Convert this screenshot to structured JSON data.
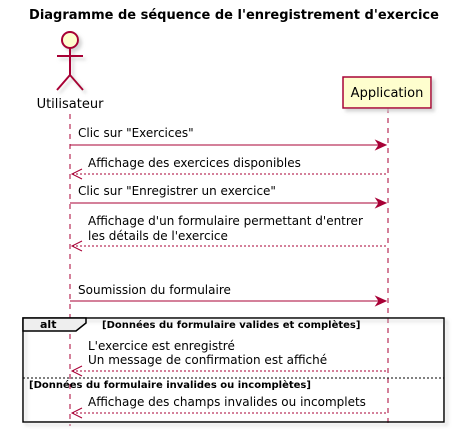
{
  "title": "Diagramme de séquence de l'enregistrement d'exercice",
  "participants": {
    "actor": "Utilisateur",
    "system": "Application"
  },
  "messages": [
    {
      "lines": [
        "Clic sur \"Exercices\""
      ],
      "direction": "to-system",
      "style": "solid"
    },
    {
      "lines": [
        "Affichage des exercices disponibles"
      ],
      "direction": "to-actor",
      "style": "dashed"
    },
    {
      "lines": [
        "Clic sur \"Enregistrer un exercice\""
      ],
      "direction": "to-system",
      "style": "solid"
    },
    {
      "lines": [
        "Affichage d'un formulaire permettant d'entrer",
        "les détails de l'exercice"
      ],
      "direction": "to-actor",
      "style": "dashed"
    },
    {
      "lines": [
        "Soumission du formulaire"
      ],
      "direction": "to-system",
      "style": "solid"
    }
  ],
  "alt_fragment": {
    "keyword": "alt",
    "branches": [
      {
        "guard": "[Données du formulaire valides et complètes]",
        "message": {
          "lines": [
            "L'exercice est enregistré",
            "Un message de confirmation est affiché"
          ],
          "direction": "to-actor",
          "style": "dashed"
        }
      },
      {
        "guard": "[Données du formulaire invalides ou incomplètes]",
        "message": {
          "lines": [
            "Affichage des champs invalides ou incomplets"
          ],
          "direction": "to-actor",
          "style": "dashed"
        }
      }
    ]
  },
  "colors": {
    "line": "#A80036",
    "participant_fill": "#FEFECE",
    "actor_fill": "#FEFECE",
    "fragment_border": "#000000"
  }
}
